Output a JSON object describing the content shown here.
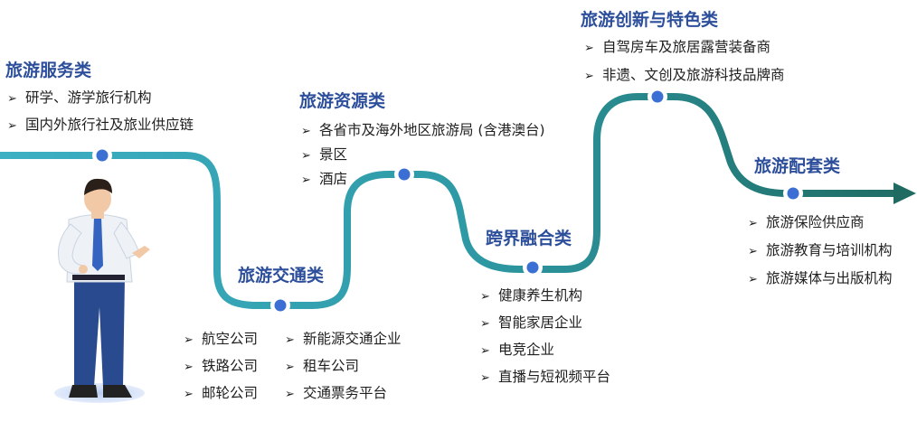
{
  "colors": {
    "path_start": "#3db0c4",
    "path_end": "#1f6b62",
    "title": "#2d4f9b",
    "node_fill": "#3b6fd4",
    "text": "#1f1f1f"
  },
  "icons": {
    "bullet": "➢",
    "node": "node-dot-icon",
    "arrow": "arrow-head-icon"
  },
  "categories": [
    {
      "title": "旅游服务类",
      "items": [
        "研学、游学旅行机构",
        "国内外旅行社及旅业供应链"
      ]
    },
    {
      "title": "旅游交通类",
      "items": [
        "航空公司",
        "铁路公司",
        "邮轮公司",
        "新能源交通企业",
        "租车公司",
        "交通票务平台"
      ]
    },
    {
      "title": "旅游资源类",
      "items": [
        "各省市及海外地区旅游局 (含港澳台)",
        "景区",
        "酒店"
      ]
    },
    {
      "title": "跨界融合类",
      "items": [
        "健康养生机构",
        "智能家居企业",
        "电竞企业",
        "直播与短视频平台"
      ]
    },
    {
      "title": "旅游创新与特色类",
      "items": [
        "自驾房车及旅居露营装备商",
        "非遗、文创及旅游科技品牌商"
      ]
    },
    {
      "title": "旅游配套类",
      "items": [
        "旅游保险供应商",
        "旅游教育与培训机构",
        "旅游媒体与出版机构"
      ]
    }
  ]
}
